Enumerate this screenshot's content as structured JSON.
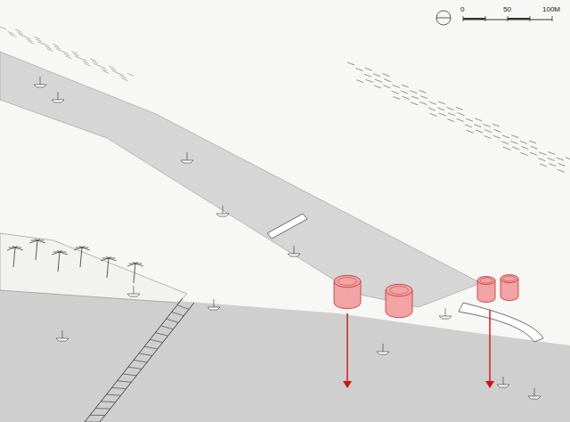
{
  "diagram": {
    "labels": [
      "0",
      "50",
      "100M"
    ]
  }
}
